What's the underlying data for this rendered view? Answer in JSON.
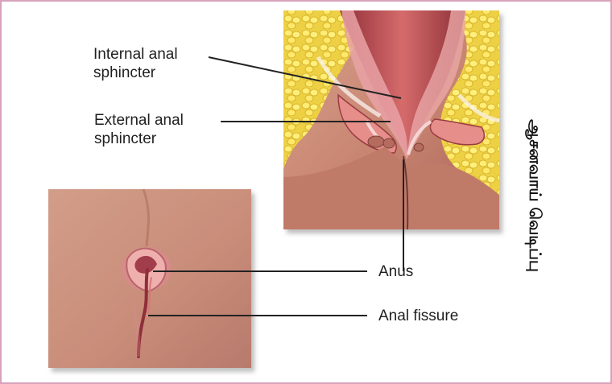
{
  "labels": {
    "internal_sphincter": "Internal anal sphincter",
    "external_sphincter": "External anal sphincter",
    "anus": "Anus",
    "anal_fissure": "Anal fissure"
  },
  "side_caption": "ஆசனவாய் வெடிப்பு",
  "colors": {
    "frame_border": "#d8a2bb",
    "skin": "#c98d79",
    "rectum_wall": "#b8585f",
    "fat": "#f0d84b",
    "muscle": "#e99b94"
  }
}
